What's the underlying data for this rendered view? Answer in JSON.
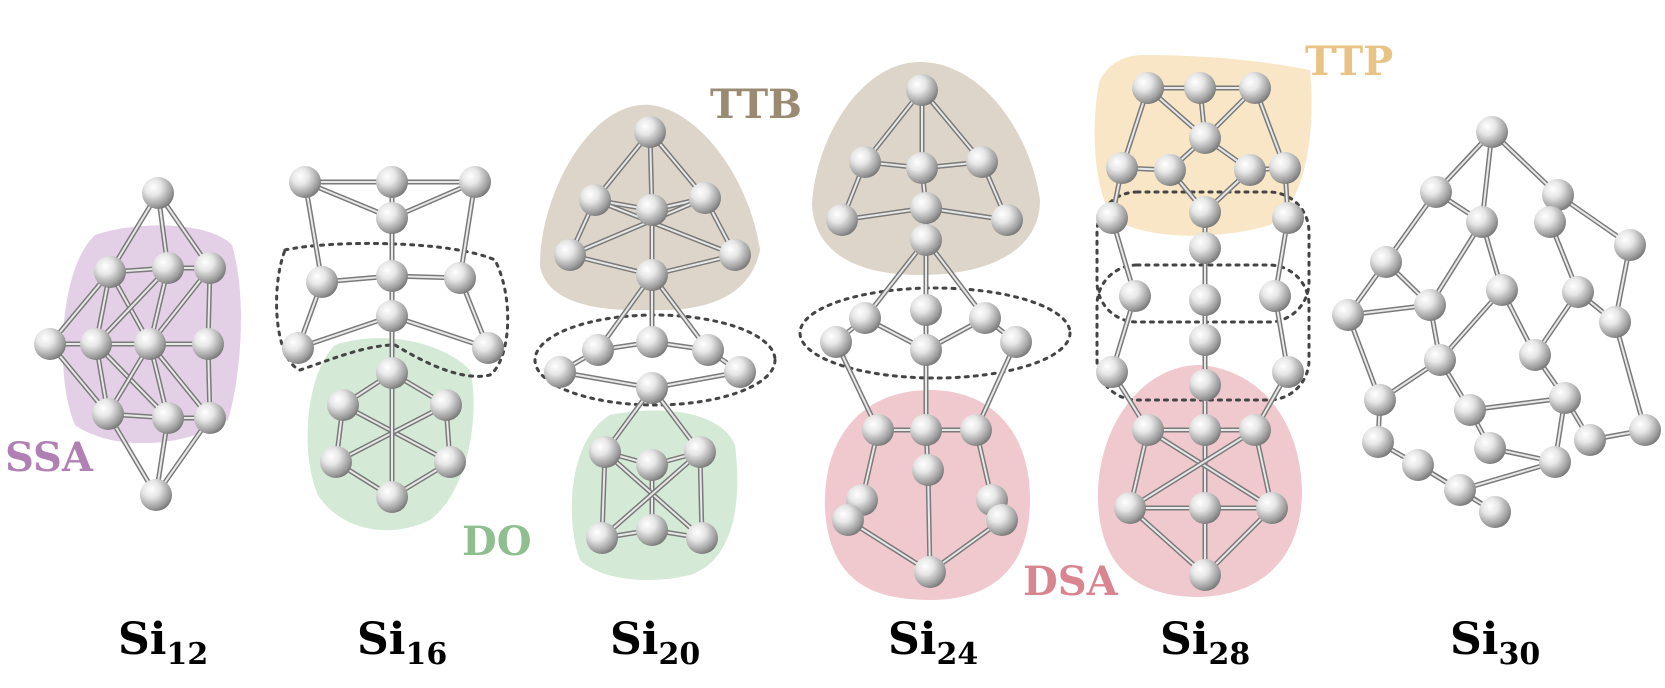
{
  "region_labels": {
    "ssa": {
      "text": "SSA",
      "color": "#b07fb3"
    },
    "do": {
      "text": "DO",
      "color": "#8fbf8f"
    },
    "ttb": {
      "text": "TTB",
      "color": "#9a8a72"
    },
    "dsa": {
      "text": "DSA",
      "color": "#d98590"
    },
    "ttp": {
      "text": "TTP",
      "color": "#e8c385"
    }
  },
  "clusters": [
    {
      "element": "Si",
      "count": "12"
    },
    {
      "element": "Si",
      "count": "16"
    },
    {
      "element": "Si",
      "count": "20"
    },
    {
      "element": "Si",
      "count": "24"
    },
    {
      "element": "Si",
      "count": "28"
    },
    {
      "element": "Si",
      "count": "30"
    }
  ],
  "colors": {
    "ssa_fill": "#e3cfe6",
    "do_fill": "#d4e9d6",
    "ttb_fill": "#ddd5c9",
    "dsa_fill": "#f0c9cf",
    "ttp_fill": "#f8e6c6",
    "bond": "#9a9a9a",
    "atom": "#bdbdbd"
  }
}
